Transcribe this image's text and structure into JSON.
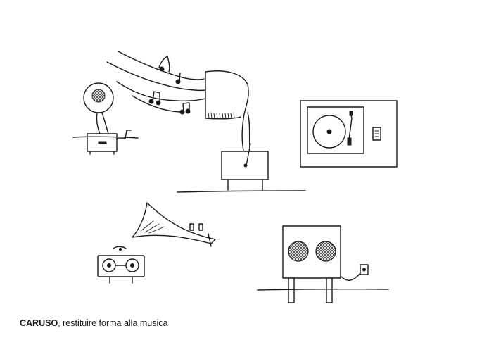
{
  "caption": {
    "title": "CARUSO",
    "subtitle": ", restituire forma alla musica"
  },
  "colors": {
    "ink": "#1a1a1a",
    "paper": "#ffffff"
  },
  "sketches": [
    "gramophone-small",
    "music-notes-stream",
    "gramophone-large",
    "framed-turntable",
    "horn-with-tape-deck",
    "speaker-box"
  ]
}
